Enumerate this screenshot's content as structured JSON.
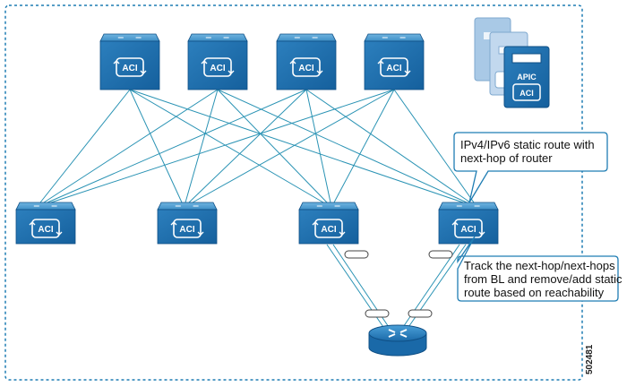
{
  "diagram": {
    "figure_id": "502481",
    "spine_switches": [
      {
        "label": "ACI"
      },
      {
        "label": "ACI"
      },
      {
        "label": "ACI"
      },
      {
        "label": "ACI"
      }
    ],
    "leaf_switches": [
      {
        "label": "ACI"
      },
      {
        "label": "ACI"
      },
      {
        "label": "ACI"
      },
      {
        "label": "ACI"
      }
    ],
    "apic_cluster": {
      "label": "APIC",
      "icon_label": "ACI"
    },
    "router": {
      "icon": "router-icon"
    },
    "callouts": {
      "static_route": {
        "lines": [
          "IPv4/IPv6 static route with",
          "next-hop of router"
        ]
      },
      "track": {
        "lines": [
          "Track the next-hop/next-hops",
          "from BL and remove/add static",
          "route based on reachability"
        ]
      }
    },
    "colors": {
      "switch_blue": "#1a6fad",
      "switch_light": "#3d95d0",
      "link_teal": "#2a93b4",
      "border_dash": "#1f7db3"
    }
  }
}
